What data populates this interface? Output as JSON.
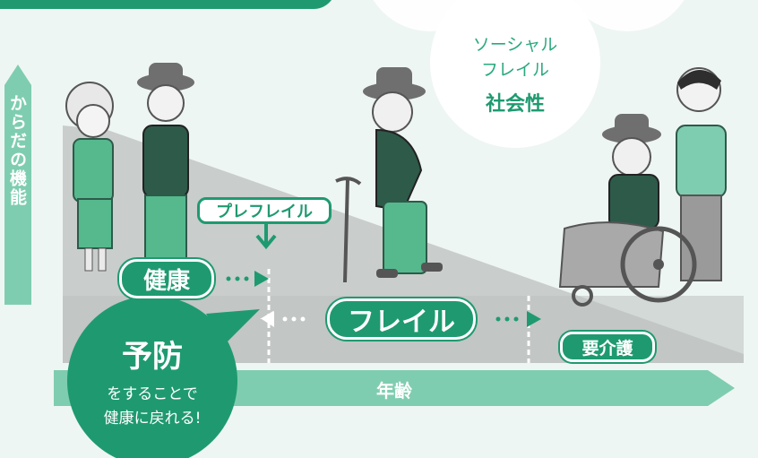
{
  "axes": {
    "y_label": "からだの機能",
    "x_label": "年齢"
  },
  "bubble": {
    "line1": "ソーシャル",
    "line2": "フレイル",
    "line3": "社会性"
  },
  "stages": {
    "prefrail": "プレフレイル",
    "healthy": "健康",
    "frail": "フレイル",
    "care": "要介護"
  },
  "callout": {
    "title": "予防",
    "line1": "をすることで",
    "line2": "健康に戻れる!"
  },
  "colors": {
    "accent": "#1f9a70",
    "accent_light": "#7fcdb0",
    "figure_green": "#55b98d",
    "figure_dark": "#2e5a4a",
    "slope_gray": "#c9cdcb",
    "background": "#eef6f3"
  }
}
